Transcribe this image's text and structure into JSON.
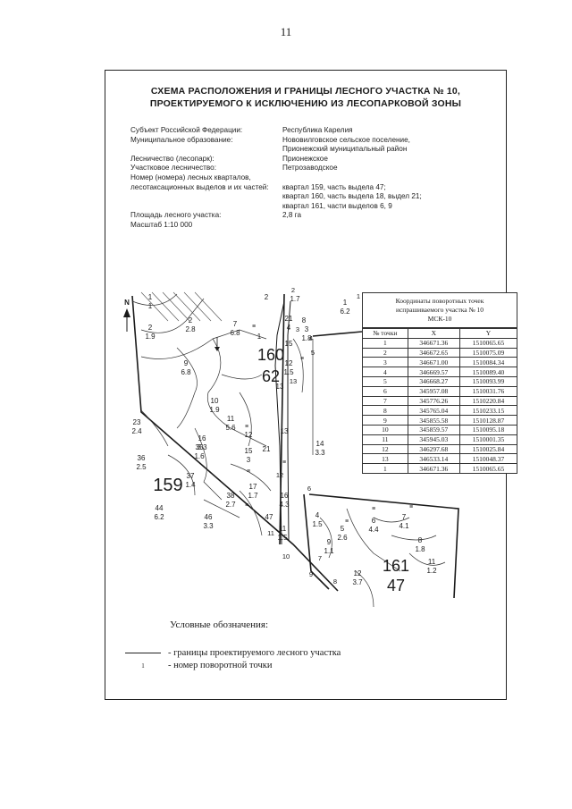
{
  "page_number": "11",
  "title": {
    "line1": "СХЕМА РАСПОЛОЖЕНИЯ И ГРАНИЦЫ ЛЕСНОГО УЧАСТКА № 10,",
    "line2": "ПРОЕКТИРУЕМОГО К ИСКЛЮЧЕНИЮ ИЗ ЛЕСОПАРКОВОЙ ЗОНЫ"
  },
  "info": {
    "labels": [
      "Субъект Российской Федерации:",
      "Муниципальное образование:",
      "",
      "Лесничество (лесопарк):",
      "Участковое лесничество:",
      "Номер (номера) лесных кварталов,",
      "лесотаксационных выделов и их частей:",
      "",
      "",
      "Площадь лесного участка:",
      "Масштаб 1:10 000"
    ],
    "values": [
      "Республика Карелия",
      "Нововилговское сельское поселение,",
      "Прионежский муниципальный район",
      "Прионежское",
      "Петрозаводское",
      "",
      "квартал 159, часть выдела 47;",
      "квартал 160, часть выдела 18, выдел 21;",
      "квартал 161, части выделов 6, 9",
      "2,8 га",
      ""
    ]
  },
  "coordinates": {
    "caption_line1": "Координаты поворотных точек",
    "caption_line2": "испрашиваемого участка № 10",
    "caption_line3": "МСК-10",
    "header_point": "№ точки",
    "header_x": "X",
    "header_y": "Y",
    "rows": [
      [
        "1",
        "346671.36",
        "1510065.65"
      ],
      [
        "2",
        "346672.65",
        "1510075.09"
      ],
      [
        "3",
        "346671.00",
        "1510084.34"
      ],
      [
        "4",
        "346669.57",
        "1510089.40"
      ],
      [
        "5",
        "346668.27",
        "1510093.99"
      ],
      [
        "6",
        "345957.08",
        "1510031.76"
      ],
      [
        "7",
        "345776.26",
        "1510220.84"
      ],
      [
        "8",
        "345765.04",
        "1510233.15"
      ],
      [
        "9",
        "345855.58",
        "1510128.87"
      ],
      [
        "10",
        "345859.57",
        "1510095.18"
      ],
      [
        "11",
        "345945.03",
        "1510001.35"
      ],
      [
        "12",
        "346297.68",
        "1510025.84"
      ],
      [
        "13",
        "346533.14",
        "1510048.37"
      ],
      [
        "1",
        "346671.36",
        "1510065.65"
      ]
    ]
  },
  "map": {
    "north_label": "N",
    "quarters": [
      {
        "id": "159",
        "label": "159"
      },
      {
        "id": "160",
        "label": "160",
        "sub": "62"
      },
      {
        "id": "161",
        "label": "161",
        "sub": "47"
      }
    ],
    "plots": [
      [
        "1",
        "1"
      ],
      [
        "2",
        "1.9"
      ],
      [
        "2",
        "2.8"
      ],
      [
        "7",
        "6.8"
      ],
      [
        "1",
        ""
      ],
      [
        "2",
        ""
      ],
      [
        "1.7",
        ""
      ],
      [
        "1",
        "6.2"
      ],
      [
        "21",
        "4"
      ],
      [
        "8",
        ""
      ],
      [
        "3",
        "1.8"
      ],
      [
        "15",
        ""
      ],
      [
        "12",
        "1.5"
      ],
      [
        "13",
        ""
      ],
      [
        "9",
        "6.8"
      ],
      [
        "10",
        "1.9"
      ],
      [
        "11",
        "5.6"
      ],
      [
        "12",
        ""
      ],
      [
        "15",
        "3"
      ],
      [
        "16",
        "3.3"
      ],
      [
        "13",
        ""
      ],
      [
        "14",
        "3.3"
      ],
      [
        "21",
        ""
      ],
      [
        "23",
        "2.4"
      ],
      [
        "35",
        "1.6"
      ],
      [
        "36",
        "2.5"
      ],
      [
        "37",
        "1.4"
      ],
      [
        "44",
        "6.2"
      ],
      [
        "38",
        "2.7"
      ],
      [
        "17",
        "1.7"
      ],
      [
        "16",
        "4.3"
      ],
      [
        "46",
        "3.3"
      ],
      [
        "47",
        ""
      ],
      [
        "11",
        "1.5"
      ],
      [
        "4",
        "1.5"
      ],
      [
        "5",
        "2.6"
      ],
      [
        "6",
        "4.4"
      ],
      [
        "7",
        "4.1"
      ],
      [
        "9",
        "1.1"
      ],
      [
        "8",
        "1.8"
      ],
      [
        "11",
        "1.2"
      ],
      [
        "12",
        "3.7"
      ]
    ],
    "point_labels": [
      "1",
      "2",
      "3",
      "4",
      "5",
      "6",
      "7",
      "8",
      "9",
      "10",
      "11",
      "12",
      "13"
    ],
    "grass_symbol": "≡"
  },
  "legend": {
    "title": "Условные обозначения:",
    "boundary": "- границы проектируемого лесного участка",
    "point_symbol": "1",
    "point": "- номер поворотной точки"
  },
  "colors": {
    "ink": "#1a1a1a",
    "paper": "#ffffff"
  }
}
